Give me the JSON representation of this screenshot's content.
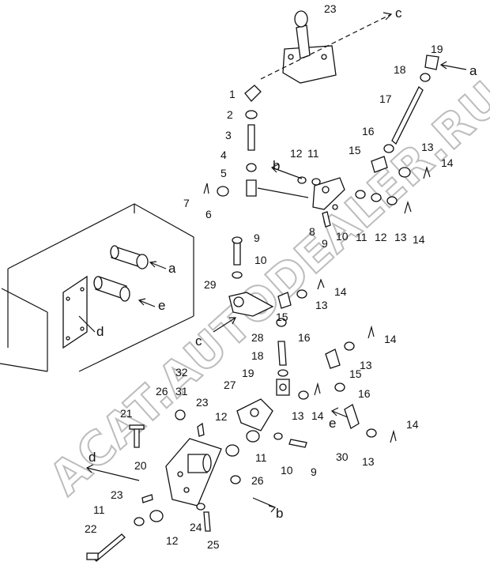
{
  "watermark": "ACAT.AUTODEALER.RU",
  "callouts": [
    "1",
    "2",
    "3",
    "4",
    "5",
    "6",
    "7",
    "8",
    "9",
    "10",
    "11",
    "12",
    "13",
    "14",
    "15",
    "16",
    "17",
    "18",
    "19",
    "20",
    "21",
    "22",
    "23",
    "24",
    "25",
    "26",
    "27",
    "28",
    "29",
    "30",
    "31",
    "32"
  ],
  "ref_letters": [
    "a",
    "b",
    "c",
    "d",
    "e"
  ]
}
